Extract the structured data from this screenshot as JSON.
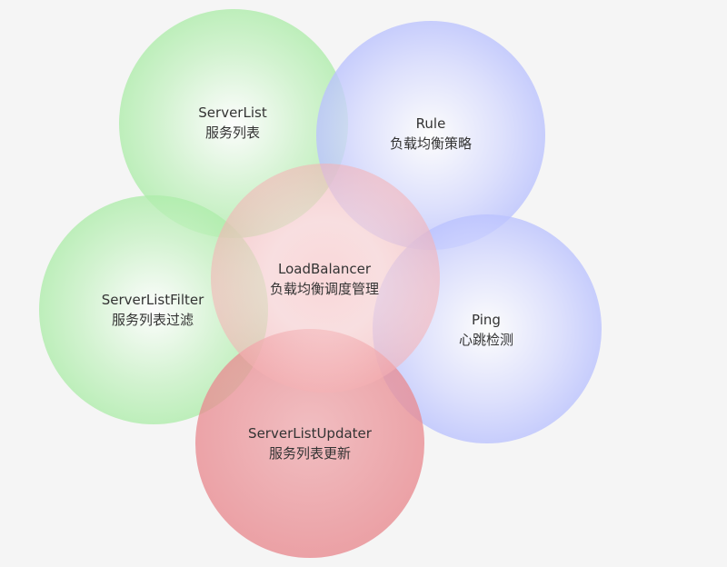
{
  "diagram": {
    "nodes": [
      {
        "id": "serverlist",
        "title": "ServerList",
        "subtitle": "服务列表",
        "fill": "#8ee68a",
        "edge": "#c9f2c6"
      },
      {
        "id": "rule",
        "title": "Rule",
        "subtitle": "负载均衡策略",
        "fill": "#9aa6ff",
        "edge": "#d6dafe"
      },
      {
        "id": "filter",
        "title": "ServerListFilter",
        "subtitle": "服务列表过滤",
        "fill": "#8ee68a",
        "edge": "#c9f2c6"
      },
      {
        "id": "ping",
        "title": "Ping",
        "subtitle": "心跳检测",
        "fill": "#9aa6ff",
        "edge": "#d6dafe"
      },
      {
        "id": "updater",
        "title": "ServerListUpdater",
        "subtitle": "服务列表更新",
        "fill": "#e8868c",
        "edge": "#f0b4b8"
      },
      {
        "id": "lb",
        "title": "LoadBalancer",
        "subtitle": "负载均衡调度管理",
        "fill": "#f08a8e",
        "edge": "#fad4d6"
      }
    ]
  }
}
